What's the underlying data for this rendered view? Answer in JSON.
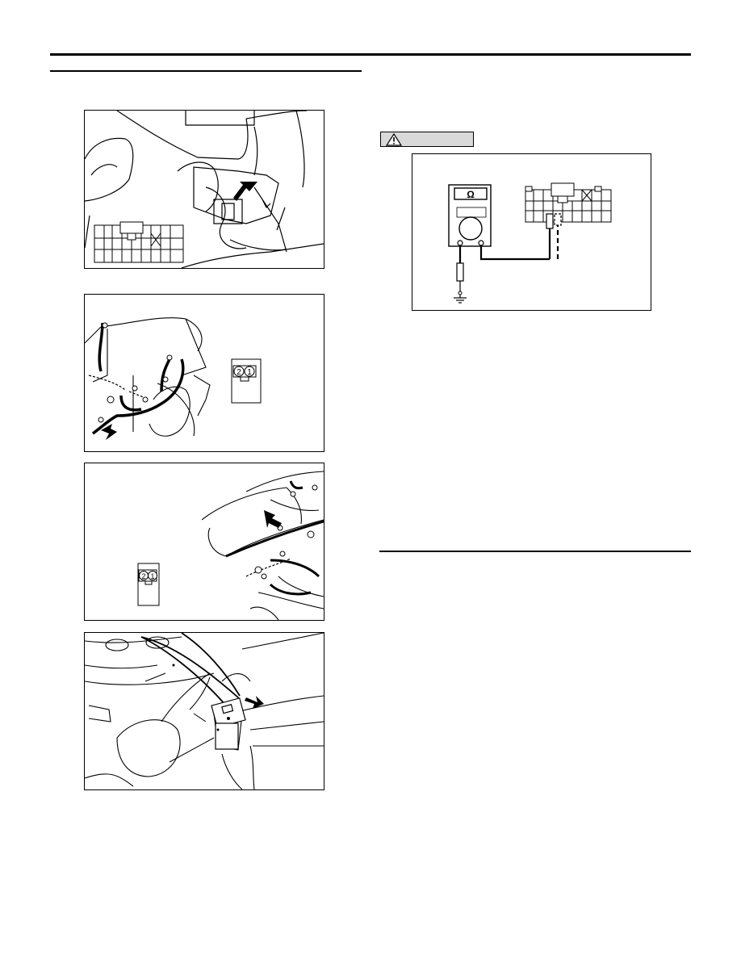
{
  "caution": {
    "label": "",
    "icon": "warning-triangle-icon"
  },
  "figures": {
    "connector_location": {
      "description_icon": "connector-arrow-icon"
    },
    "harness_side": {
      "connector_pins": [
        "2",
        "1"
      ]
    },
    "harness_rear": {
      "connector_pins": [
        "2",
        "1"
      ]
    },
    "ohmmeter": {
      "meter_symbol": "Ω"
    }
  }
}
